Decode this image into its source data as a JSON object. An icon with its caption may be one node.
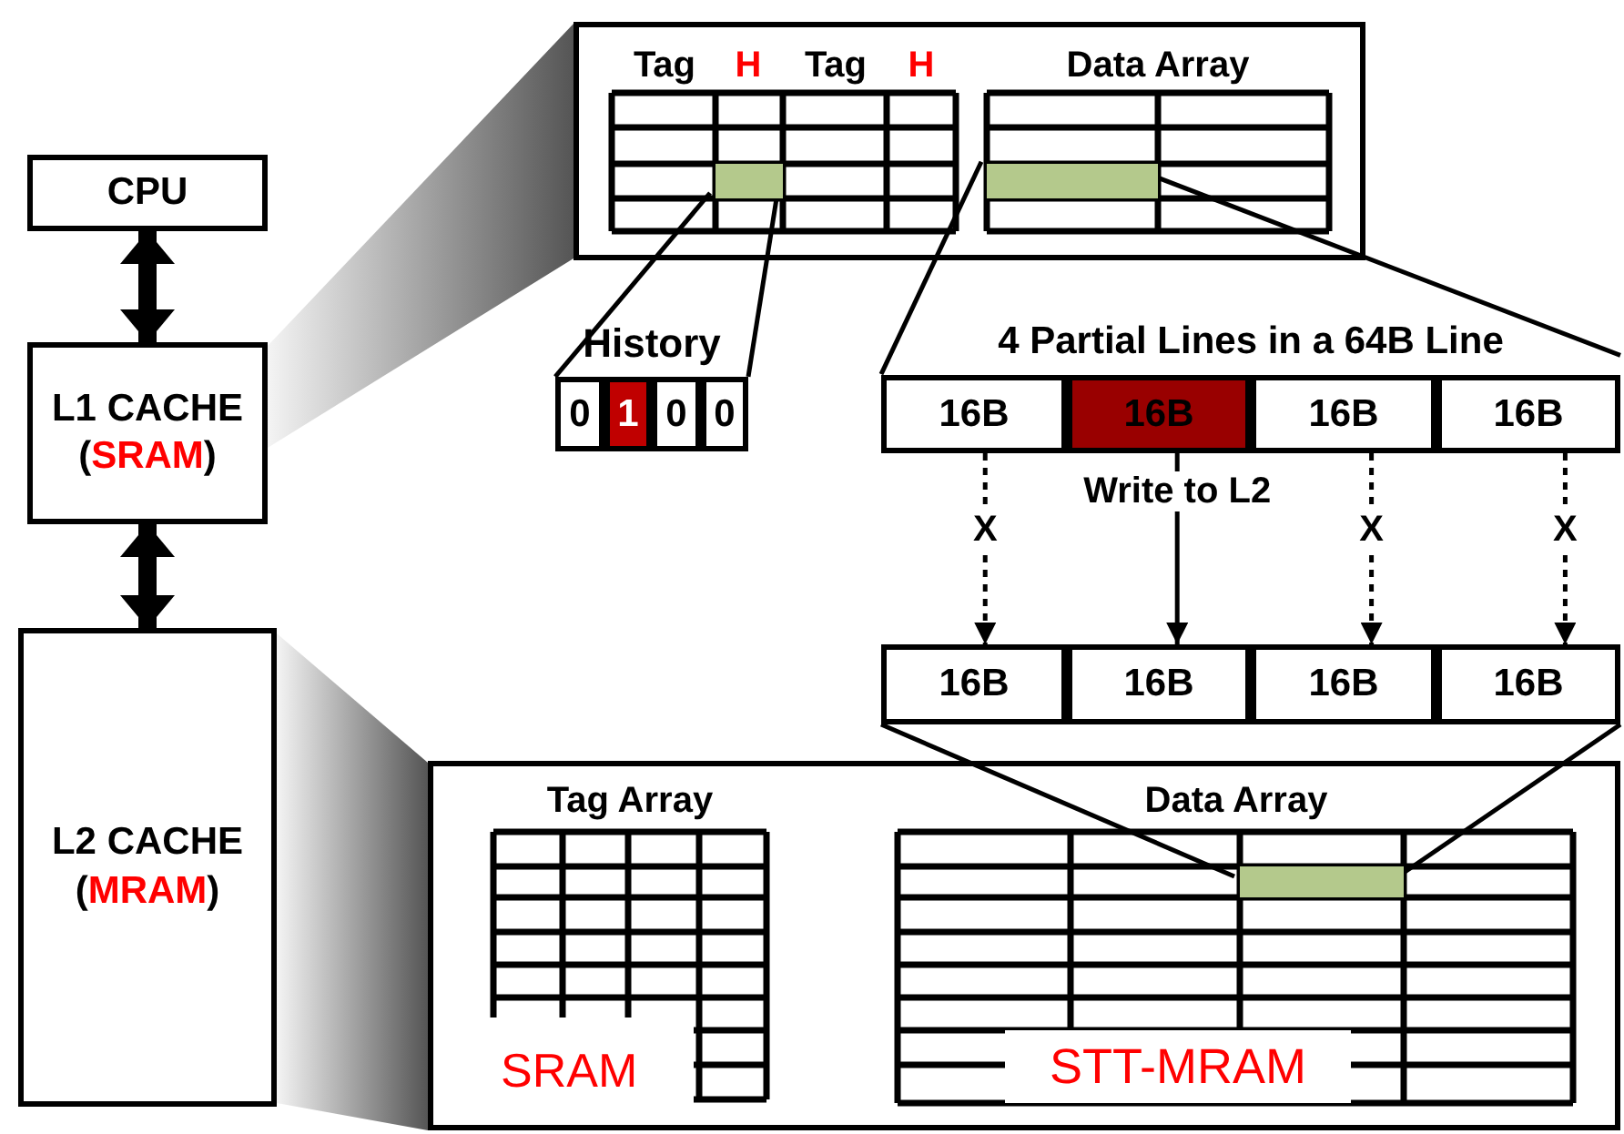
{
  "diagram": {
    "nodes": [
      {
        "text": [
          "CPU"
        ]
      },
      {
        "text": [
          "L1 CACHE (SRAM)"
        ]
      },
      {
        "text": [
          "L2 CACHE (MRAM)"
        ]
      },
      {
        "text": [],
        "shape": "box"
      },
      {
        "text": [
          "Tag",
          "H",
          "Tag",
          "H"
        ],
        "in": 3
      },
      {
        "text": [
          "Data Array"
        ],
        "in": 3
      },
      {
        "text": [],
        "shape": "bar",
        "in": 4
      },
      {
        "text": [],
        "shape": "bar",
        "in": 5
      },
      {
        "text": [
          "History"
        ]
      },
      {
        "text": [
          "0"
        ],
        "in": 8
      },
      {
        "text": [
          "1"
        ],
        "in": 8
      },
      {
        "text": [
          "0"
        ],
        "in": 8
      },
      {
        "text": [
          "0"
        ],
        "in": 8
      },
      {
        "text": [
          "4 Partial Lines in a 64B Line"
        ]
      },
      {
        "text": [
          "16B"
        ],
        "in": 13
      },
      {
        "text": [
          "16B"
        ],
        "in": 13
      },
      {
        "text": [
          "16B"
        ],
        "in": 13
      },
      {
        "text": [
          "16B"
        ],
        "in": 13
      },
      {
        "text": [],
        "shape": "bar"
      },
      {
        "text": [
          "16B"
        ],
        "in": 18
      },
      {
        "text": [
          "16B"
        ],
        "in": 18
      },
      {
        "text": [
          "16B"
        ],
        "in": 18
      },
      {
        "text": [
          "16B"
        ],
        "in": 18
      },
      {
        "text": [],
        "shape": "box"
      },
      {
        "text": [
          "Tag Array",
          "SRAM"
        ],
        "in": 23
      },
      {
        "text": [
          "Data Array",
          "STT-MRAM"
        ],
        "in": 23
      },
      {
        "text": [],
        "shape": "bar",
        "in": 25
      },
      {
        "text": [],
        "shape": "trapezoid"
      },
      {
        "text": [],
        "shape": "trapezoid"
      }
    ],
    "edges": [
      {
        "from": 0,
        "to": 1,
        "arrow": "both",
        "style": "thick"
      },
      {
        "from": 1,
        "to": 2,
        "arrow": "both",
        "style": "thick"
      },
      {
        "from": 6,
        "to": 8,
        "arrow": "none"
      },
      {
        "from": 6,
        "to": 8,
        "arrow": "none"
      },
      {
        "from": 7,
        "to": 13,
        "arrow": "none"
      },
      {
        "from": 7,
        "to": 13,
        "arrow": "none"
      },
      {
        "from": 14,
        "to": 19,
        "arrow": "to",
        "style": "dashed",
        "label": "X"
      },
      {
        "from": 15,
        "to": 20,
        "arrow": "to",
        "label": "Write to L2"
      },
      {
        "from": 16,
        "to": 21,
        "arrow": "to",
        "style": "dashed",
        "label": "X"
      },
      {
        "from": 17,
        "to": 22,
        "arrow": "to",
        "style": "dashed",
        "label": "X"
      },
      {
        "from": 18,
        "to": 26,
        "arrow": "none"
      },
      {
        "from": 18,
        "to": 26,
        "arrow": "none"
      }
    ]
  }
}
